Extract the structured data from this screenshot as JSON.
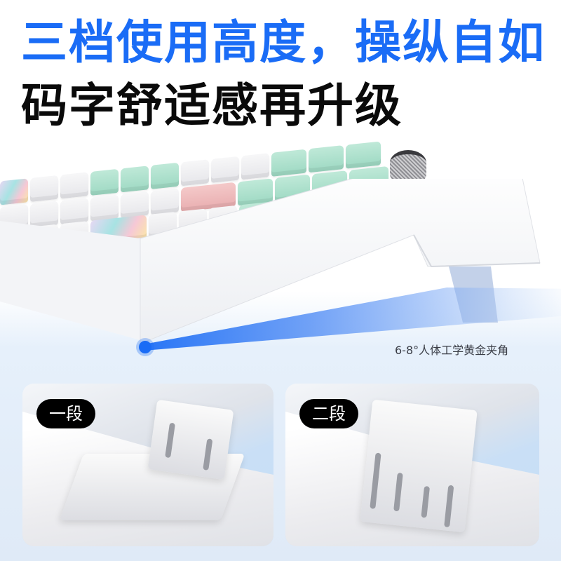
{
  "headline": {
    "line1": "三档使用高度，操纵自如",
    "line2": "码字舒适感再升级",
    "line1_color": "#1a6cf6",
    "line2_color": "#0a0a0a"
  },
  "hero": {
    "subject": "keyboard-side-view-with-tilt-feet",
    "angle_label": "6-8°人体工学黄金夹角",
    "accent_color": "#1a6cf6"
  },
  "cards": [
    {
      "badge": "一段",
      "subject": "keyboard-foot-level-1"
    },
    {
      "badge": "二段",
      "subject": "keyboard-foot-level-2"
    }
  ]
}
